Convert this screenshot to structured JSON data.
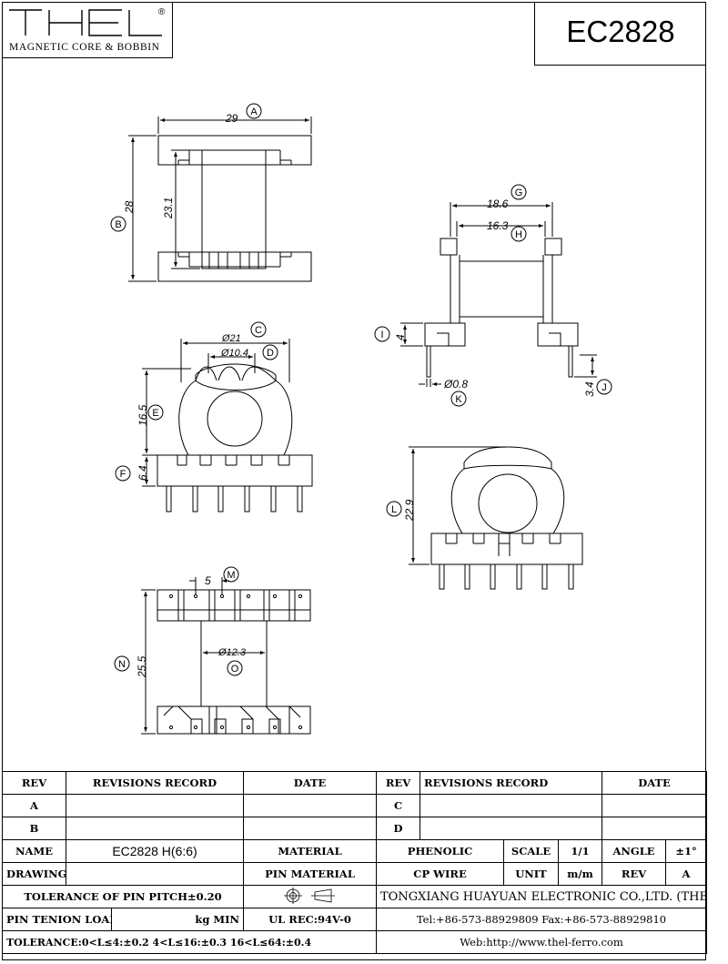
{
  "header": {
    "brand": "THEL",
    "registered_mark": "®",
    "brand_subtitle": "MAGNETIC CORE & BOBBIN",
    "model": "EC2828"
  },
  "dimensions": {
    "A": {
      "letter": "A",
      "value": "29"
    },
    "B": {
      "letter": "B",
      "value": "28"
    },
    "inner_height": "23.1",
    "C": {
      "letter": "C",
      "value": "Ø21"
    },
    "D": {
      "letter": "D",
      "value": "Ø10.4"
    },
    "E": {
      "letter": "E",
      "value": "16.5"
    },
    "F": {
      "letter": "F",
      "value": "6.4"
    },
    "G": {
      "letter": "G",
      "value": "18.6"
    },
    "H": {
      "letter": "H",
      "value": "16.3"
    },
    "I": {
      "letter": "I",
      "value": "4"
    },
    "J": {
      "letter": "J",
      "value": "3.4"
    },
    "K": {
      "letter": "K",
      "value": "Ø0.8"
    },
    "L": {
      "letter": "L",
      "value": "22.9"
    },
    "M": {
      "letter": "M",
      "value": "5"
    },
    "N": {
      "letter": "N",
      "value": "25.5"
    },
    "O": {
      "letter": "O",
      "value": "Ø12.3"
    }
  },
  "title_block": {
    "rev_header": "REV",
    "revisions_record_header": "REVISIONS RECORD",
    "date_header": "DATE",
    "rev_a": "A",
    "rev_b": "B",
    "rev_c": "C",
    "rev_d": "D",
    "name_label": "NAME",
    "name_value": "EC2828 H(6:6)",
    "material_label": "MATERIAL",
    "material_value": "PHENOLIC",
    "scale_label": "SCALE",
    "scale_value": "1/1",
    "angle_label": "ANGLE",
    "angle_value": "±1°",
    "drawing_no_label": "DRAWING NO",
    "pin_material_label": "PIN MATERIAL",
    "pin_material_value": "CP WIRE",
    "unit_label": "UNIT",
    "unit_value": "m/m",
    "rev_label": "REV",
    "rev_value": "A",
    "pin_pitch_tolerance": "TOLERANCE OF PIN PITCH±0.20",
    "company": "TONGXIANG HUAYUAN ELECTRONIC CO.,LTD. (THEL)",
    "pin_tension_label": "PIN TENION LOAD",
    "pin_tension_unit": "kg MIN",
    "ul_rec": "UL REC:94V-0",
    "tel_fax": "Tel:+86-573-88929809 Fax:+86-573-88929810",
    "tolerance": "TOLERANCE:0<L≤4:±0.2  4<L≤16:±0.3  16<L≤64:±0.4",
    "web": "Web:http://www.thel-ferro.com"
  }
}
